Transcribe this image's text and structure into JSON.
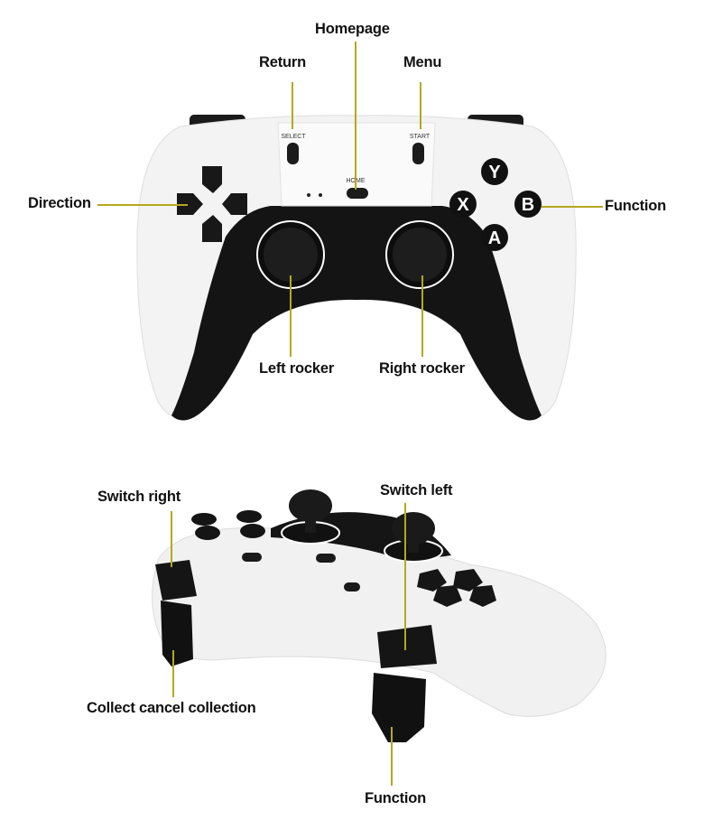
{
  "top_view": {
    "labels": {
      "homepage": "Homepage",
      "return": "Return",
      "menu": "Menu",
      "direction": "Direction",
      "function": "Function",
      "left_rocker": "Left rocker",
      "right_rocker": "Right rocker"
    },
    "button_text": {
      "select": "SELECT",
      "start": "START",
      "home": "HOME",
      "y": "Y",
      "x": "X",
      "b": "B",
      "a": "A"
    }
  },
  "side_view": {
    "labels": {
      "switch_right": "Switch right",
      "switch_left": "Switch left",
      "collect_cancel": "Collect cancel collection",
      "function": "Function"
    }
  },
  "colors": {
    "leader_line": "#b5a81c",
    "controller_body": "#f4f4f4",
    "controller_black": "#111111"
  }
}
